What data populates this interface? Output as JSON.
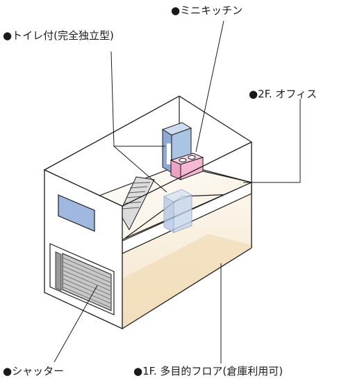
{
  "labels": {
    "mini_kitchen": "●ミニキッチン",
    "toilet": "●トイレ付(完全独立型)",
    "office_2f": "●2F. オフィス",
    "shutter": "●シャッター",
    "floor_1f": "●1F. 多目的フロア(倉庫利用可)"
  },
  "colors": {
    "outline": "#1a1a1a",
    "floor_beige": "#f4e4c8",
    "floor_light": "#faf3e6",
    "toilet_blue": "#aac4e4",
    "kitchen_pink": "#f4b8d2",
    "window_blue": "#9fb8e0",
    "shutter_gray": "#bdbdbd"
  }
}
